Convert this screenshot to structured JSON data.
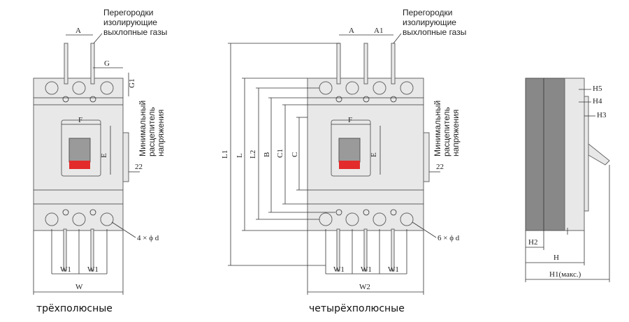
{
  "notes": {
    "baffle_line1": "Перегородки",
    "baffle_line2": "изолирующие",
    "baffle_line3": "выхлопные газы",
    "release_line1": "Минимальный",
    "release_line2": "расцепитель",
    "release_line3": "напряжения"
  },
  "captions": {
    "three_pole": "трёхполюсные",
    "four_pole": "четырёхполюсные"
  },
  "dims": {
    "A": "A",
    "A1": "A1",
    "G": "G",
    "G1": "G1",
    "F": "F",
    "E": "E",
    "n22": "22",
    "W": "W",
    "W1": "W1",
    "W2": "W2",
    "L": "L",
    "L1": "L1",
    "L2": "L2",
    "B": "B",
    "C": "C",
    "C1": "C1",
    "H": "H",
    "H1": "H1(макс.)",
    "H2": "H2",
    "H3": "H3",
    "H4": "H4",
    "H5": "H5",
    "holes3": "4 × ϕ d",
    "holes4": "6 × ϕ d"
  },
  "colors": {
    "handle_red": "#e32b2b",
    "body_grey": "#e8e8e8",
    "dark_grey": "#8a8a8a"
  }
}
